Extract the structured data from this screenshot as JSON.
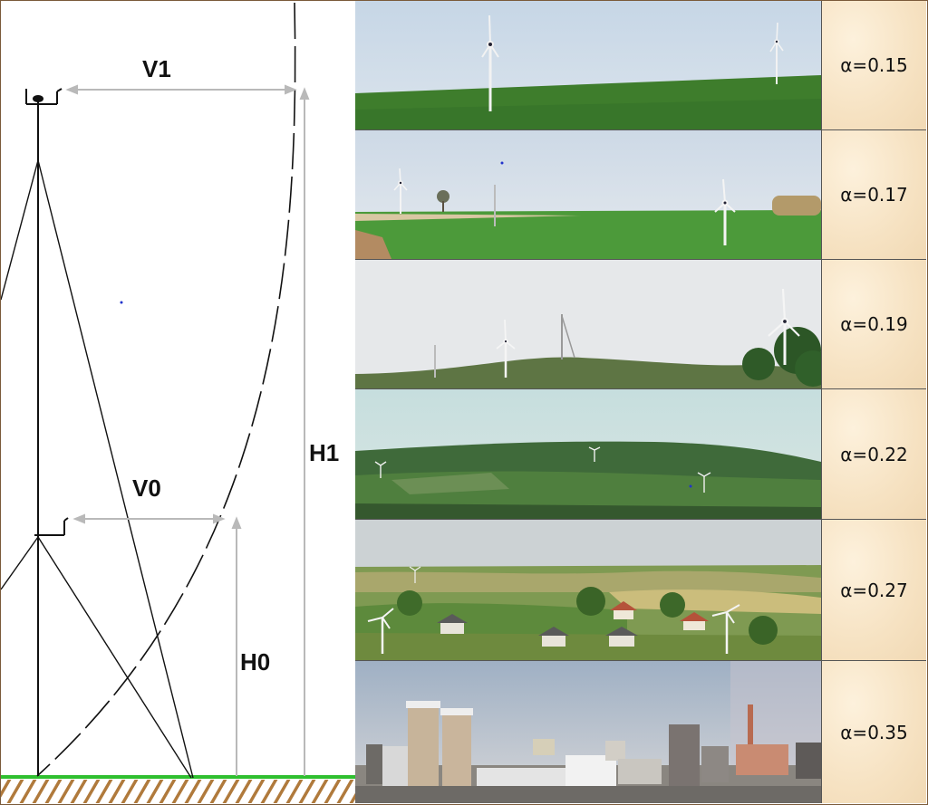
{
  "diagram": {
    "labels": {
      "v1": "V1",
      "v0": "V0",
      "h1": "H1",
      "h0": "H0"
    }
  },
  "rows": [
    {
      "alpha": "α=0.15",
      "scene": "flat-field-turbines"
    },
    {
      "alpha": "α=0.17",
      "scene": "open-field-turbines"
    },
    {
      "alpha": "α=0.19",
      "scene": "hill-turbines-trees"
    },
    {
      "alpha": "α=0.22",
      "scene": "green-hills-turbines"
    },
    {
      "alpha": "α=0.27",
      "scene": "village-turbines"
    },
    {
      "alpha": "α=0.35",
      "scene": "city-skyline"
    }
  ],
  "colors": {
    "border": "#7a5a3a",
    "ground": "#2fbf2f",
    "hatch": "#b07a3c",
    "cell": "#f6e2c2"
  }
}
